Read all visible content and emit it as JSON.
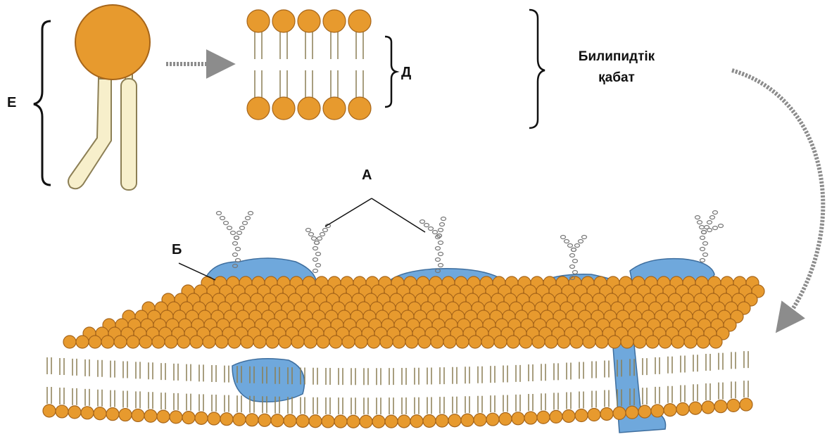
{
  "labels": {
    "e": "Е",
    "d": "Д",
    "a": "А",
    "b": "Б",
    "bilayer_line1": "Билипидтік",
    "bilayer_line2": "қабат"
  },
  "colors": {
    "head": "#E79A2E",
    "head_stroke": "#A6651A",
    "tail": "#F7EFCB",
    "tail_stroke": "#8C7F55",
    "protein": "#6FA8DC",
    "protein_stroke": "#3E6E9E",
    "arrow": "#8C8C8C",
    "bracket": "#111111",
    "glycan": "#777777"
  },
  "icons": [
    "phospholipid-icon",
    "bilayer-icon",
    "membrane-icon",
    "protein-icon",
    "glycan-icon",
    "arrow-icon"
  ]
}
